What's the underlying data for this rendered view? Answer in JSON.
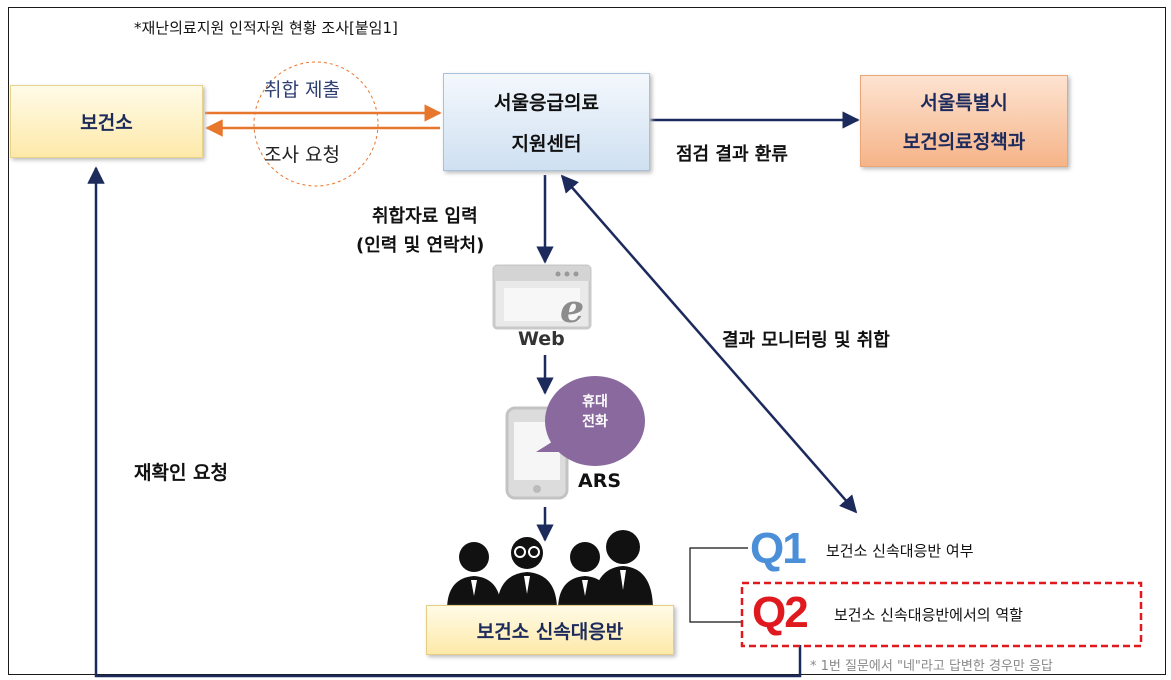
{
  "title_note": "*재난의료지원 인적자원 현황 조사[붙임1]",
  "nodes": {
    "health_center": "보건소",
    "seoul_center_line1": "서울응급의료",
    "seoul_center_line2": "지원센터",
    "seoul_city_line1": "서울특별시",
    "seoul_city_line2": "보건의료정책과",
    "response_team": "보건소 신속대응반"
  },
  "labels": {
    "submit": "취합 제출",
    "request": "조사 요청",
    "feedback": "점검 결과 환류",
    "input_line1": "취합자료 입력",
    "input_line2": "(인력 및 연락처)",
    "monitoring": "결과 모니터링 및 취합",
    "recheck": "재확인 요청"
  },
  "channels": {
    "web": "Web",
    "web_glyph": "e",
    "ars": "ARS",
    "phone_bubble_line1": "휴대",
    "phone_bubble_line2": "전화"
  },
  "questions": {
    "q1_code": "Q1",
    "q1_text": "보건소 신속대응반 여부",
    "q2_code": "Q2",
    "q2_text": "보건소 신속대응반에서의 역할",
    "footnote": "* 1번 질문에서 \"네\"라고 답변한 경우만 응답"
  },
  "colors": {
    "navy": "#1d2b5c",
    "orange": "#e8772e",
    "q1_blue": "#4a8fd8",
    "q2_red": "#e0191f",
    "bubble_purple": "#8a6a9e"
  }
}
